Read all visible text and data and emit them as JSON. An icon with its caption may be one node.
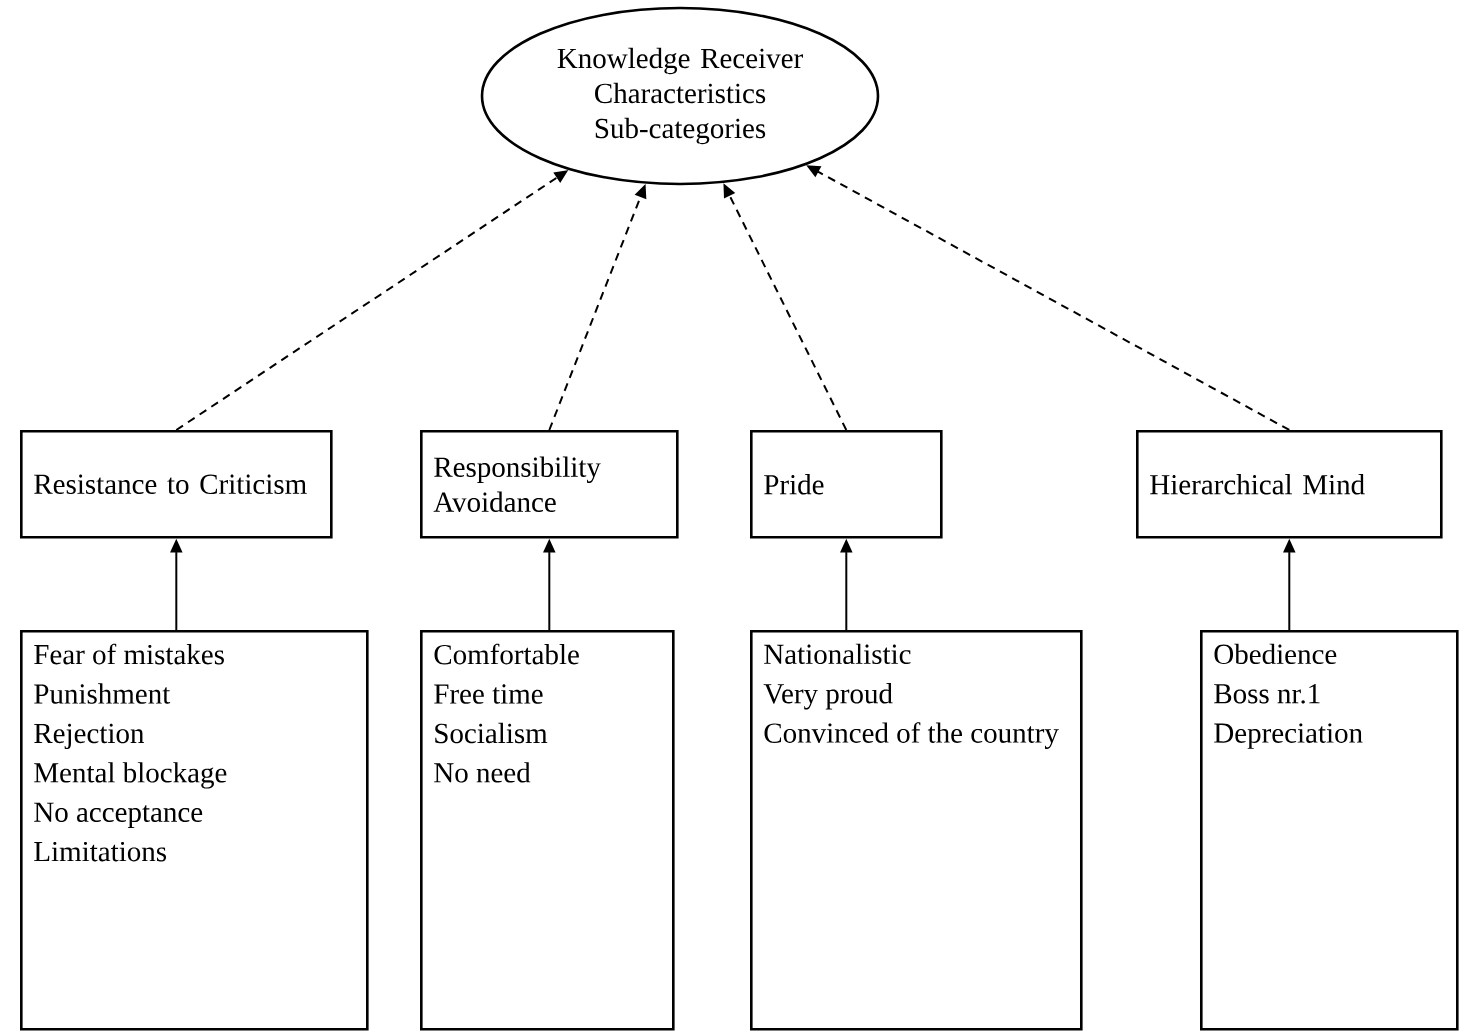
{
  "diagram": {
    "nodes": [
      {
        "text": [
          "Knowledge Receiver Characteristics Sub-categories"
        ]
      },
      {
        "text": [
          "Resistance to Criticism"
        ]
      },
      {
        "text": [
          "Responsibility Avoidance"
        ]
      },
      {
        "text": [
          "Pride"
        ]
      },
      {
        "text": [
          "Hierarchical Mind"
        ]
      },
      {
        "text": [
          "Fear of mistakes",
          "Punishment",
          "Rejection",
          "Mental blockage",
          "No acceptance",
          "Limitations"
        ]
      },
      {
        "text": [
          "Comfortable",
          "Free time",
          "Socialism",
          "No need"
        ]
      },
      {
        "text": [
          "Nationalistic",
          "Very proud",
          "Convinced of the country"
        ]
      },
      {
        "text": [
          "Obedience",
          "Boss nr.1",
          "Depreciation"
        ]
      }
    ],
    "edges": [
      {
        "from": 1,
        "to": 0,
        "arrow": "to",
        "style": "dashed"
      },
      {
        "from": 2,
        "to": 0,
        "arrow": "to",
        "style": "dashed"
      },
      {
        "from": 3,
        "to": 0,
        "arrow": "to",
        "style": "dashed"
      },
      {
        "from": 4,
        "to": 0,
        "arrow": "to",
        "style": "dashed"
      },
      {
        "from": 5,
        "to": 1,
        "arrow": "to"
      },
      {
        "from": 6,
        "to": 2,
        "arrow": "to"
      },
      {
        "from": 7,
        "to": 3,
        "arrow": "to"
      },
      {
        "from": 8,
        "to": 4,
        "arrow": "to"
      }
    ]
  }
}
